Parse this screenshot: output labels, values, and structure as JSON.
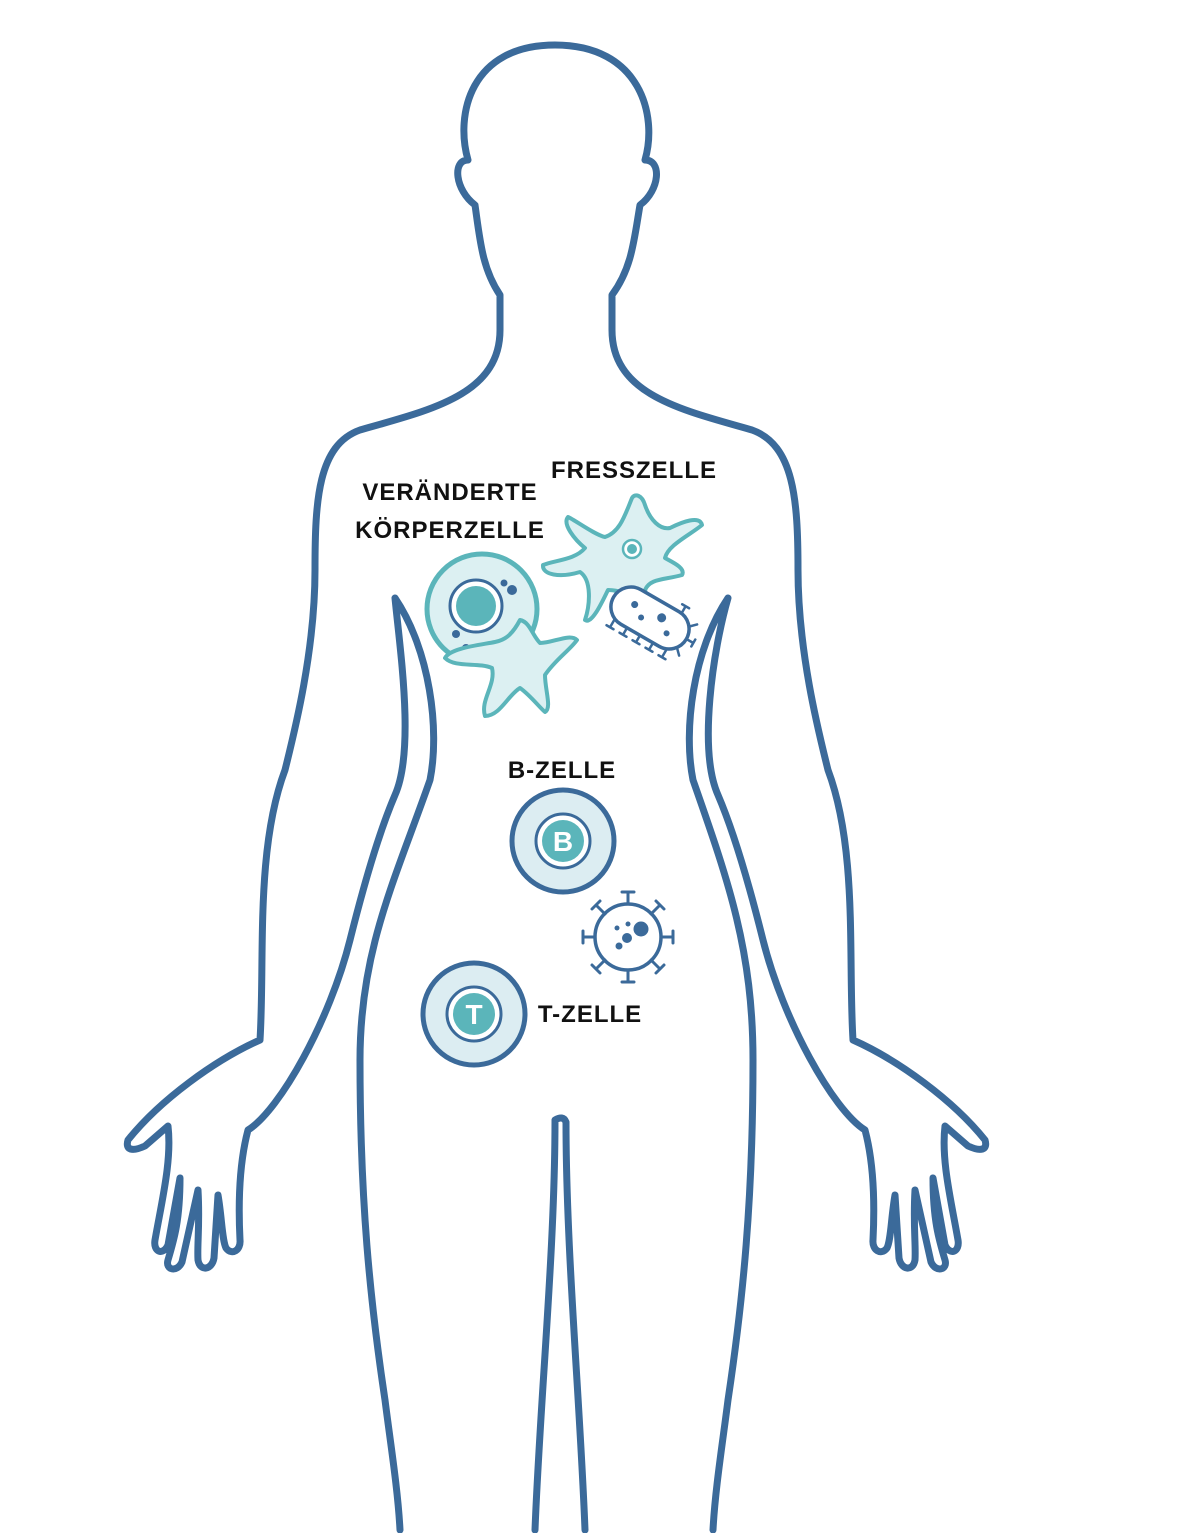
{
  "labels": {
    "altered_cell_line1": "VERÄNDERTE",
    "altered_cell_line2": "KÖRPERZELLE",
    "phagocyte": "FRESSZELLE",
    "b_cell": "B-ZELLE",
    "t_cell": "T-ZELLE"
  },
  "cell_letters": {
    "b": "B",
    "t": "T"
  },
  "colors": {
    "body_outline": "#3b6a9a",
    "teal_stroke": "#5bb5ba",
    "teal_fill": "#dcf0f2",
    "teal_core": "#5bb5ba",
    "navy_stroke": "#3b6a9a",
    "cell_fill": "#dcedf2",
    "label_text": "#111111"
  },
  "icons": [
    "human-body-silhouette",
    "altered-cell-icon",
    "phagocyte-icon",
    "bacterium-icon",
    "b-cell-icon",
    "virus-icon",
    "t-cell-icon"
  ]
}
